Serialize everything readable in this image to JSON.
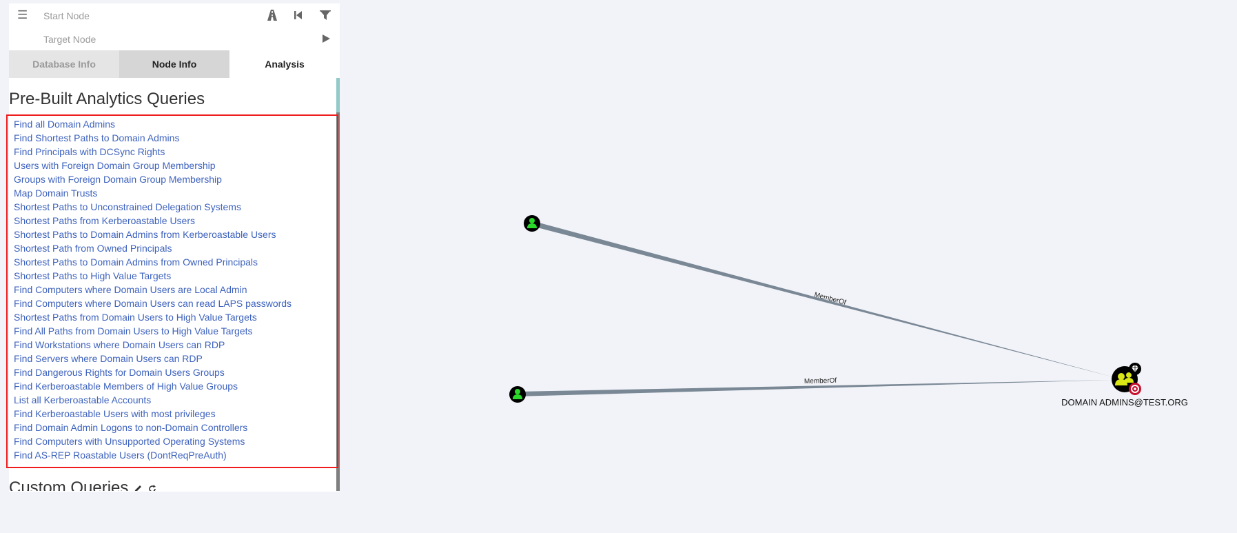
{
  "search": {
    "start_placeholder": "Start Node",
    "target_placeholder": "Target Node"
  },
  "toolbar": {
    "menu_icon": "hamburger-icon",
    "pathfinding_icon": "road-icon",
    "back_icon": "skip-back-icon",
    "filter_icon": "filter-icon",
    "play_icon": "play-icon"
  },
  "tabs": [
    {
      "label": "Database Info",
      "state": "inactive"
    },
    {
      "label": "Node Info",
      "state": "inactive"
    },
    {
      "label": "Analysis",
      "state": "active"
    }
  ],
  "analysis": {
    "title": "Pre-Built Analytics Queries",
    "queries": [
      "Find all Domain Admins",
      "Find Shortest Paths to Domain Admins",
      "Find Principals with DCSync Rights",
      "Users with Foreign Domain Group Membership",
      "Groups with Foreign Domain Group Membership",
      "Map Domain Trusts",
      "Shortest Paths to Unconstrained Delegation Systems",
      "Shortest Paths from Kerberoastable Users",
      "Shortest Paths to Domain Admins from Kerberoastable Users",
      "Shortest Path from Owned Principals",
      "Shortest Paths to Domain Admins from Owned Principals",
      "Shortest Paths to High Value Targets",
      "Find Computers where Domain Users are Local Admin",
      "Find Computers where Domain Users can read LAPS passwords",
      "Shortest Paths from Domain Users to High Value Targets",
      "Find All Paths from Domain Users to High Value Targets",
      "Find Workstations where Domain Users can RDP",
      "Find Servers where Domain Users can RDP",
      "Find Dangerous Rights for Domain Users Groups",
      "Find Kerberoastable Members of High Value Groups",
      "List all Kerberoastable Accounts",
      "Find Kerberoastable Users with most privileges",
      "Find Domain Admin Logons to non-Domain Controllers",
      "Find Computers with Unsupported Operating Systems",
      "Find AS-REP Roastable Users (DontReqPreAuth)"
    ],
    "custom_title": "Custom Queries",
    "custom_icons": [
      "pencil-icon",
      "refresh-icon"
    ]
  },
  "graph": {
    "target_node_label": "DOMAIN ADMINS@TEST.ORG",
    "target_node_icons": [
      "group-icon",
      "high-value-diamond-icon",
      "target-icon"
    ],
    "user_node_icon": "user-icon",
    "edges": [
      {
        "label": "MemberOf"
      },
      {
        "label": "MemberOf"
      }
    ]
  },
  "colors": {
    "link": "#3d62bd",
    "annotation": "#ee1c1c",
    "edge": "#7a8896",
    "user_node": "#2bd92b",
    "group_node": "#dbe617",
    "background": "#f2f3f8"
  }
}
